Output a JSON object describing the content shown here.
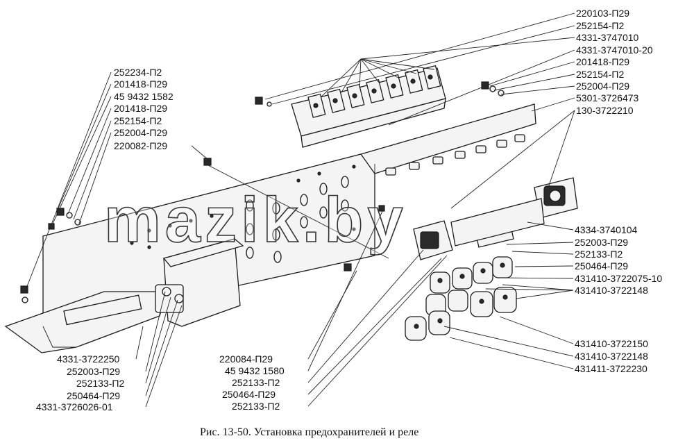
{
  "watermark": "mazik.by",
  "caption": "Рис. 13-50.  Установка предохранителей и реле",
  "callouts_right": [
    "220103-П29",
    "252154-П2",
    "4331-3747010",
    "4331-3747010-20",
    "201418-П29",
    "252154-П2",
    "252004-П29",
    "5301-3726473",
    "130-3722210",
    "4334-3740104",
    "252003-П29",
    "252133-П2",
    "250464-П29",
    "431410-3722075-10",
    "431410-3722148",
    "431410-3722150",
    "431410-3722148",
    "431411-3722230"
  ],
  "callouts_left": [
    "252234-П2",
    "201418-П29",
    "45 9432 1582",
    "201418-П29",
    "252154-П2",
    "252004-П29",
    "220082-П29"
  ],
  "callouts_bottom_left": [
    "4331-3722250",
    "252003-П29",
    "252133-П2",
    "250464-П29",
    "4331-3726026-01"
  ],
  "callouts_bottom_mid": [
    "220084-П29",
    "45 9432 1580",
    "252133-П2",
    "250464-П29",
    "252133-П2"
  ]
}
